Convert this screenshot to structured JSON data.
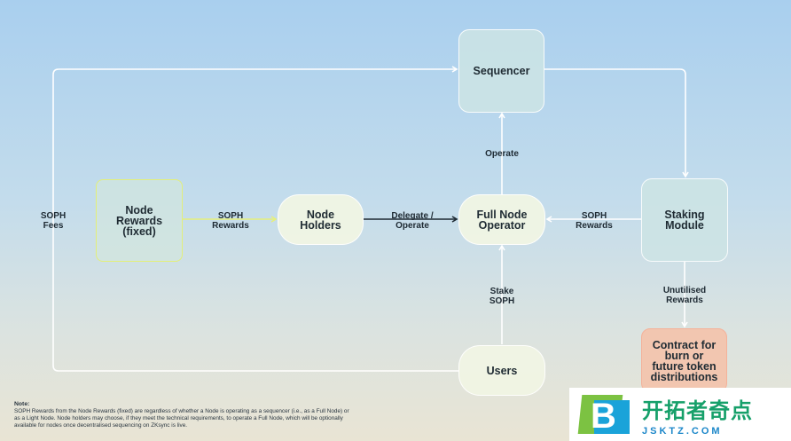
{
  "nodes": {
    "sequencer": "Sequencer",
    "node_rewards": "Node\nRewards\n(fixed)",
    "node_holders": "Node\nHolders",
    "full_node_operator": "Full Node\nOperator",
    "staking_module": "Staking\nModule",
    "users": "Users",
    "contract": "Contract for\nburn or\nfuture token\ndistributions"
  },
  "edges": {
    "soph_fees": "SOPH\nFees",
    "soph_rewards_left": "SOPH\nRewards",
    "delegate_operate": "Delegate /\nOperate",
    "operate": "Operate",
    "soph_rewards_right": "SOPH\nRewards",
    "stake_soph": "Stake\nSOPH",
    "unutilised_rewards": "Unutilised\nRewards"
  },
  "note": {
    "title": "Note:",
    "text": "SOPH Rewards from the Node Rewards (fixed) are regardless of whether a Node is operating as a sequencer (i.e., as a Full Node) or as a Light Node. Node holders may choose, if they meet the technical requirements, to operate a Full Node, which will be optionally available for nodes once decentralised sequencing on ZKsync is live."
  },
  "watermark": {
    "letter": "B",
    "name": "开拓者奇点",
    "url": "JSKTZ.COM"
  },
  "colors": {
    "line": "#ffffff",
    "highlight_line": "#e6f07a",
    "dark_line": "#1e2a33",
    "contract_fill": "#f2c6b0"
  }
}
